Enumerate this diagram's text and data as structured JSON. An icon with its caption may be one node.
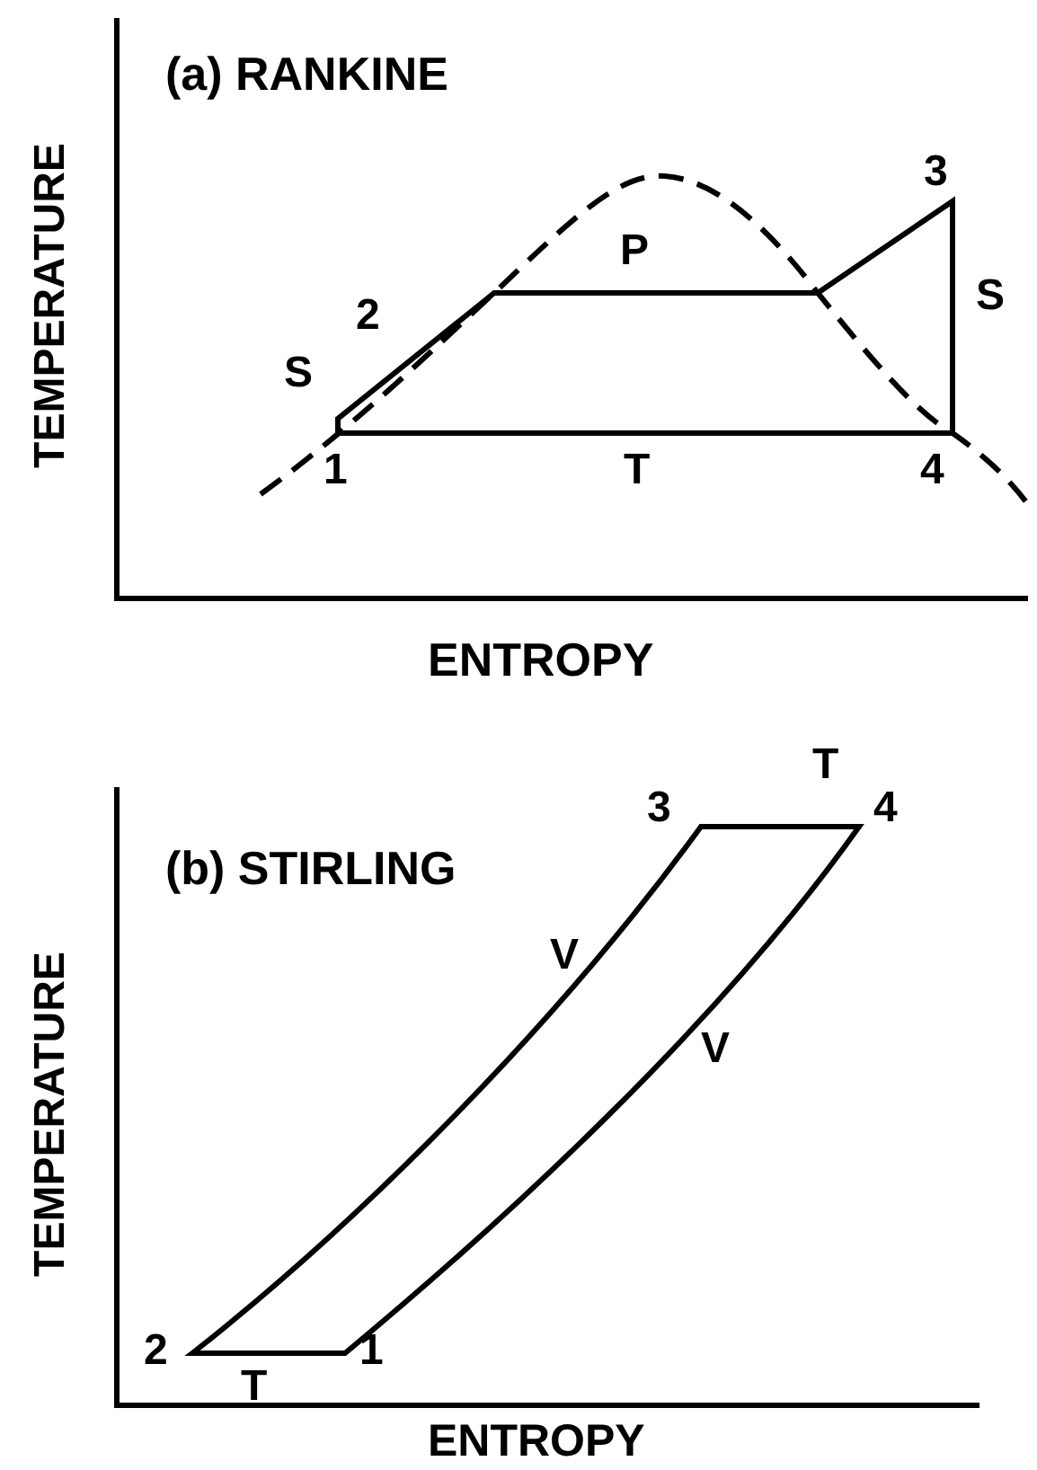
{
  "diagram": {
    "labels": [
      "(a) RANKINE",
      "TEMPERATURE",
      "3",
      "P",
      "S",
      "2",
      "S",
      "1",
      "T",
      "4",
      "ENTROPY",
      "T",
      "3",
      "4",
      "(b) STIRLING",
      "TEMPERATURE",
      "V",
      "V",
      "2",
      "T",
      "1",
      "ENTROPY"
    ]
  }
}
